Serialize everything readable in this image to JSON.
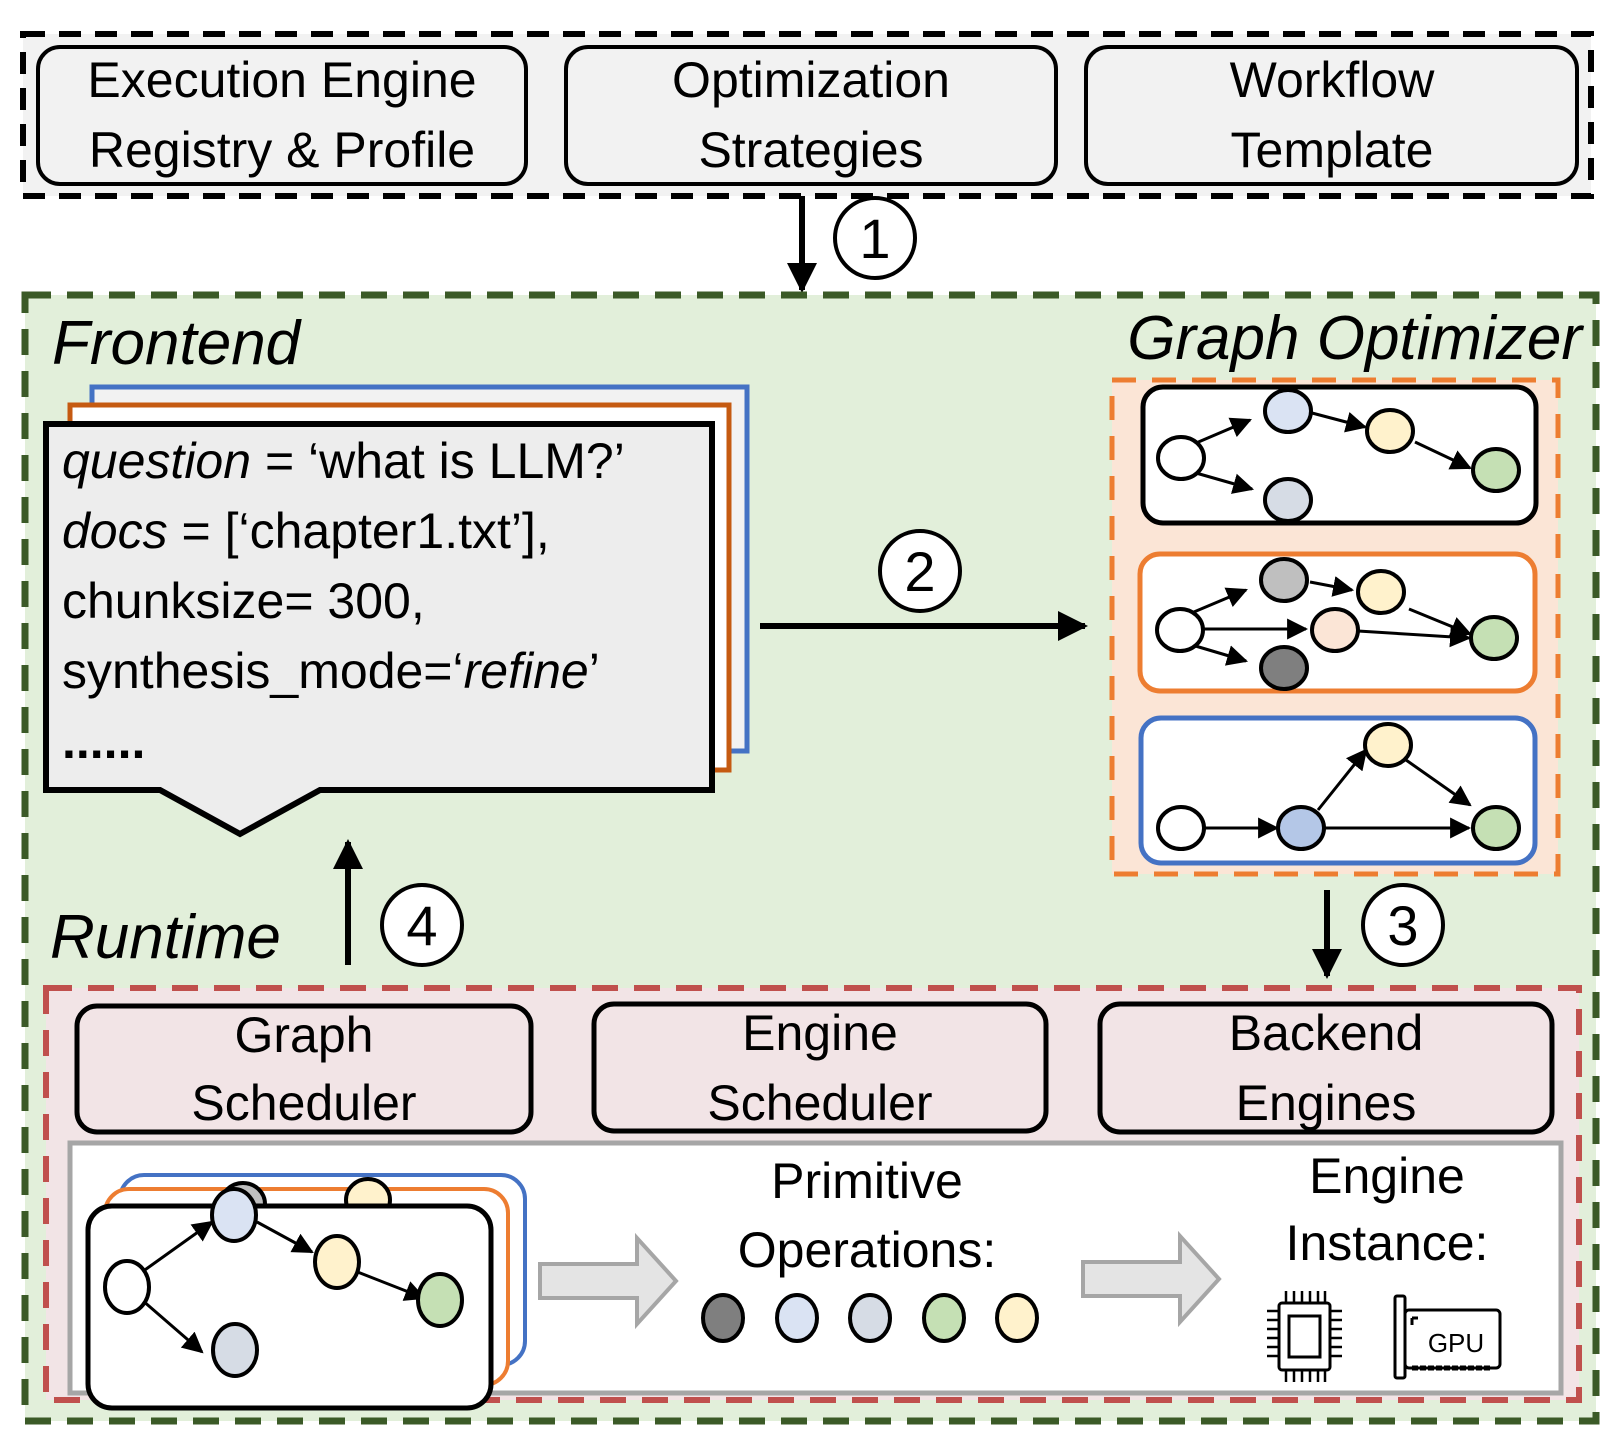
{
  "top_panel": {
    "boxes": [
      {
        "line1": "Execution Engine",
        "line2": "Registry & Profile"
      },
      {
        "line1": "Optimization",
        "line2": "Strategies"
      },
      {
        "line1": "Workflow",
        "line2": "Template"
      }
    ]
  },
  "steps": {
    "s1": "①",
    "s2": "②",
    "s3": "③",
    "s4": "④"
  },
  "frontend": {
    "title": "Frontend",
    "code": {
      "l1_var": "question",
      "l1_rest": " = ‘what is LLM?’",
      "l2_var": "docs",
      "l2_rest": " = [‘chapter1.txt’],",
      "l3": "chunksize= 300,",
      "l4_pre": "synthesis_mode=‘",
      "l4_it": "refine",
      "l4_post": "’",
      "l5": "......"
    }
  },
  "graph_optimizer": {
    "title": "Graph Optimizer"
  },
  "runtime": {
    "title": "Runtime",
    "boxes": [
      {
        "line1": "Graph",
        "line2": "Scheduler"
      },
      {
        "line1": "Engine",
        "line2": "Scheduler"
      },
      {
        "line1": "Backend",
        "line2": "Engines"
      }
    ],
    "primitive_ops": {
      "line1": "Primitive",
      "line2": "Operations:"
    },
    "engine_instance": {
      "line1": "Engine",
      "line2": "Instance:"
    },
    "gpu_label": "GPU"
  },
  "colors": {
    "node_white": "#ffffff",
    "node_lightblue": "#dae3f3",
    "node_slate": "#d6dce5",
    "node_yellow": "#fff2cc",
    "node_green": "#c5e0b4",
    "node_gray": "#bfbfbf",
    "node_darkgray": "#7f7f7f",
    "node_peach": "#fbe5d6",
    "node_blue": "#b4c7e7",
    "frontend_bg": "#e2efda",
    "optimizer_bg": "#fbe5d6",
    "runtime_bg": "#f2e4e6",
    "top_bg": "#f2f2f2",
    "green_border": "#3b5a27",
    "orange": "#ed7d31",
    "blue": "#4472c4",
    "red_border": "#c0504d"
  }
}
